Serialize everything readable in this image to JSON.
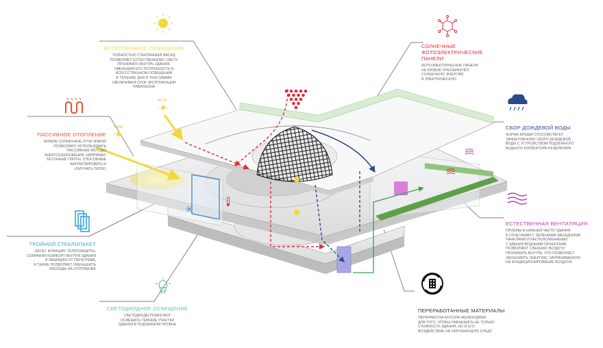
{
  "colors": {
    "yellow": "#f4d83a",
    "orange": "#e8502a",
    "red": "#e02a3c",
    "blue": "#4e8ec9",
    "navy": "#2a4a8a",
    "purple": "#b046a8",
    "teal": "#5fc2a8",
    "green": "#3a9e4a",
    "dark": "#333333",
    "line": "#555555"
  },
  "icons": {
    "natural_light": "sun-icon",
    "solar_panels": "hexagon-molecule-icon",
    "passive_heating": "heating-coil-icon",
    "rainwater": "rain-cloud-icon",
    "ventilation": "wind-waves-icon",
    "triple_glazing": "glass-panes-icon",
    "led": "led-bulb-icon",
    "recycled": "recycle-building-icon"
  },
  "callouts": {
    "natural_light": {
      "title": "ЕСТЕСТВЕННОЕ ОСВЕЩЕНИЕ",
      "body": [
        "ПОЛНОСТЬЮ СТЕКЛЯННЫЙ ФАСАД",
        "ПОЗВОЛЯЕТ ЕСТЕСТВЕННОМУ СВЕТУ",
        "ПРОНИКАТЬ ВНУТРЬ ЗДАНИЯ,",
        "УМЕНЬШАЯ ЕГО ПОТРЕБНОСТЬ В",
        "ИСКУССТВЕННОМ ОСВЕЩЕНИИ",
        "В ТЕЧЕНИЕ ДНЯ И ТЕМ САМЫМ",
        "УВЕЛИЧИВАЯ СРОК ЭКСПЛУАТАЦИИ",
        "ПАВИЛЬОНА"
      ]
    },
    "solar_panels": {
      "title": [
        "СОЛНЕЧНЫЕ",
        "ФОТОЭЛЕКТРИЧЕСКИЕ",
        "ПАНЕЛИ"
      ],
      "body": [
        "ФОТОЭЛЕКТРИЧЕСКИЕ ПАНЕЛИ",
        "НА КРОВЛЕ ПРЕОБРАЗУЮТ",
        "СОЛНЕЧНУЮ ЭНЕРГИЮ",
        "В ЭЛЕКТРИЧЕСКУЮ"
      ]
    },
    "passive_heating": {
      "title": "ПАССИВНОЕ ОТОПЛЕНИЕ",
      "body": [
        "НИЗКИЕ СОЛНЕЧНЫЕ ЛУЧИ ЗИМОЙ",
        "ПОЗВОЛЯЮТ ИСПОЛЬЗОВАТЬ",
        "ПАССИВНЫЕ МЕТОДЫ",
        "ЭНЕРГОСБЕРЕЖЕНИЯ, НАПРИМЕР,",
        "БЕТОННЫЕ ПЛИТЫ, СПОСОБНЫЕ",
        "АККУМУЛИРОВАТЬ И",
        "ИЗЛУЧАТЬ ТЕПЛО"
      ]
    },
    "rainwater": {
      "title": "СБОР ДОЖДЕВОЙ ВОДЫ",
      "body": [
        "ФОРМА КРЫШИ СПОСОБСТВУЕТ",
        "ЭФФЕКТИВНОМУ СБОРУ ДОЖДЕВОЙ",
        "ВОДЫ С УСТРОЙСТВОМ ПОДЗЕМНОГО",
        "ВОДНОГО КОЛЛЕКТОРА-РЕЗЕРВУАРА"
      ]
    },
    "ventilation": {
      "title": "ЕСТЕСТВЕННАЯ ВЕНТИЛЯЦИЯ",
      "body": [
        "ПРОЕМЫ В НИЖНЕЙ ЧАСТИ ЗДАНИЯ",
        "В СОЧЕТАНИИ С ЗЕЛЕНЫМИ ФАСАДНЫМИ",
        "ПАНЕЛЯМИ И РАСПОЛОЖЕННЫМИ",
        "У ЗДАНИЯ ВОДНЫМИ ОБЪЕКТАМИ",
        "ПОЗВОЛЯЮТ СВЕЖЕМУ ВОЗДУХУ",
        "ПРОНИКАТЬ ВНУТРЬ, ЧТО ПОЗВОЛЯЕТ",
        "ЭКОНОМИТЬ ЭНЕРГИЮ, ЗАТРАЧИВАЕМУЮ",
        "НА КОНДИЦИОНИРОВАНИЕ ВОЗДУХА"
      ]
    },
    "triple_glazing": {
      "title": "ТРОЙНОЙ СТЕКЛОПАКЕТ",
      "body": [
        "НЕСЕТ ФУНКЦИЮ ТЕПЛОЗАЩИТЫ,",
        "СОХРАНЯЯ КОМФОРТ ВНУТРИ ЗДАНИЯ",
        "И ЗАЩИЩАЯ ОТ ПЕРЕГРЕВА,",
        "А ТАКЖЕ ПОЗВОЛЯЕТ УМЕНЬШИТЬ",
        "РАСХОДЫ НА ОТОПЛЕНИЕ"
      ]
    },
    "led": {
      "title": "СВЕТОДИОДНОЕ ОСВЕЩЕНИЕ",
      "body": [
        "СВЕТОДИОДЫ ПОМОГАЮТ",
        "ОСВЕЩАТЬ ТЕМНЫЕ УЧАСТКИ",
        "ЗДАНИЯ В ПОДЗЕМНОМ УРОВНЕ"
      ]
    },
    "recycled": {
      "title": "ПЕРЕРАБОТАННЫЕ МАТЕРИАЛЫ",
      "body": [
        "ПЕРЕРАБОТКА МУСОРА НЕОБХОДИМА",
        "ДЛЯ ТОГО, ЧТОБЫ УМЕНЬШАТЬ НЕ ТОЛЬКО",
        "СТОИМОСТЬ ЗДАНИЯ, НО И ЕГО",
        "ВОЗДЕЙСТВИЕ НА ОКРУЖАЮЩУЮ СРЕДУ"
      ]
    }
  },
  "sun_labels": {
    "summer": "ЛЕТО",
    "winter": "ЗИМА"
  }
}
